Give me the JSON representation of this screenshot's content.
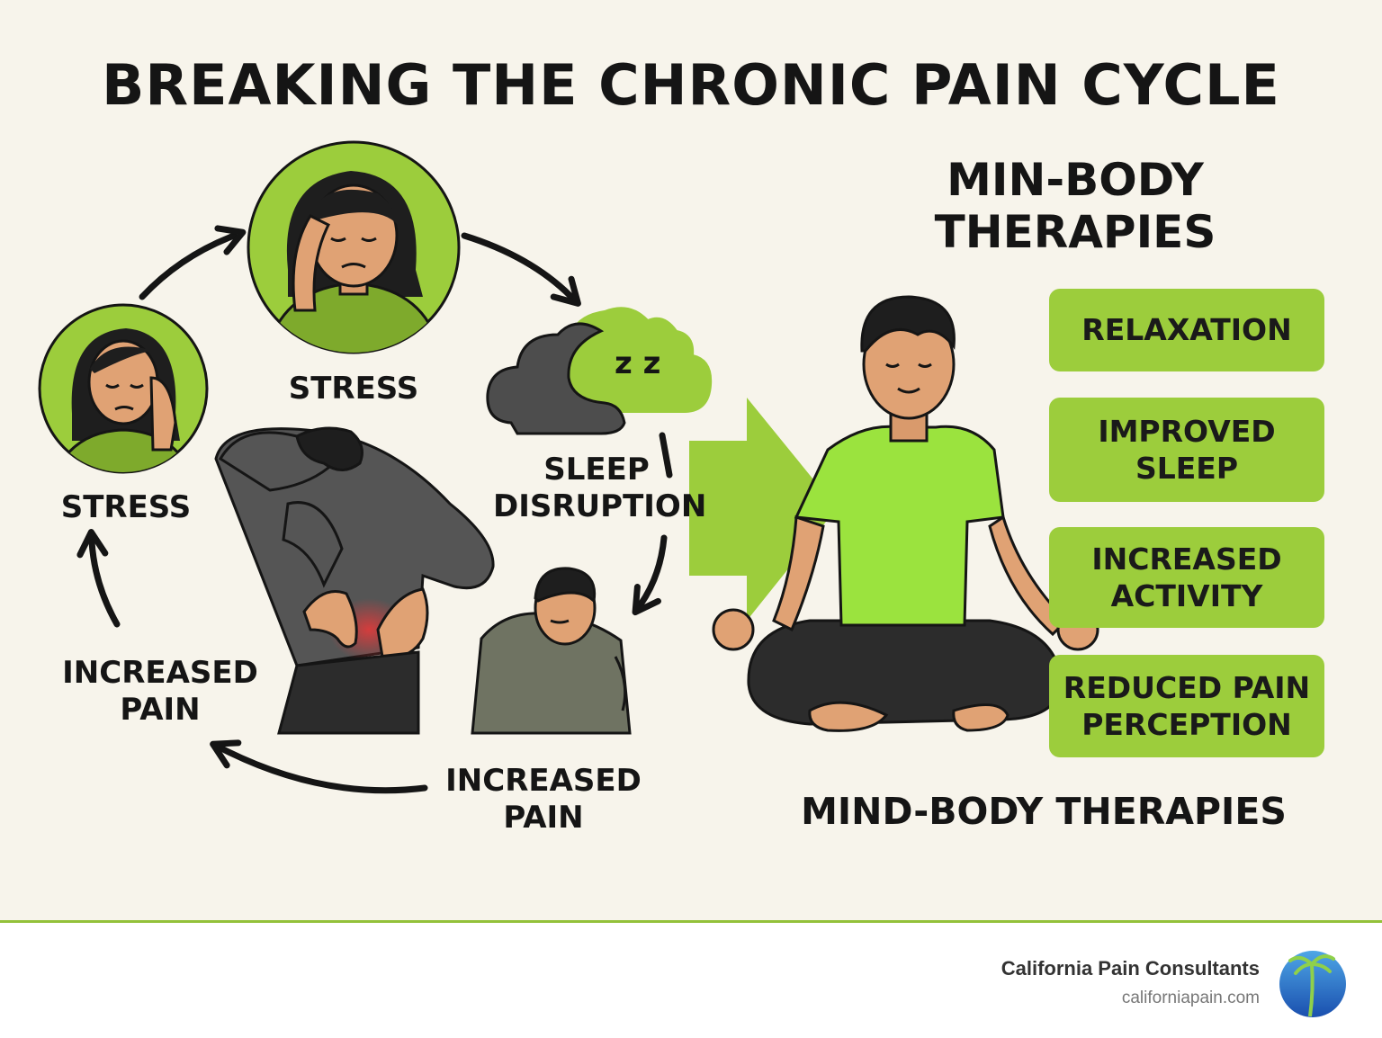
{
  "title": "BREAKING THE CHRONIC PAIN CYCLE",
  "cycle": {
    "stress_top": "STRESS",
    "stress_left": "STRESS",
    "sleep_disruption": "SLEEP\nDISRUPTION",
    "increased_pain_left": "INCREASED\nPAIN",
    "increased_pain_bottom": "INCREASED\nPAIN"
  },
  "sleep_icon_text": "z z",
  "therapies": {
    "heading": "MIN-BODY\nTHERAPIES",
    "benefits": [
      "RELAXATION",
      "IMPROVED\nSLEEP",
      "INCREASED\nACTIVITY",
      "REDUCED PAIN\nPERCEPTION"
    ],
    "caption": "MIND-BODY THERAPIES"
  },
  "footer": {
    "company": "California Pain Consultants",
    "url": "californiapain.com"
  },
  "colors": {
    "accent_green": "#9ccd3c",
    "background": "#f7f4eb",
    "text": "#151515"
  }
}
